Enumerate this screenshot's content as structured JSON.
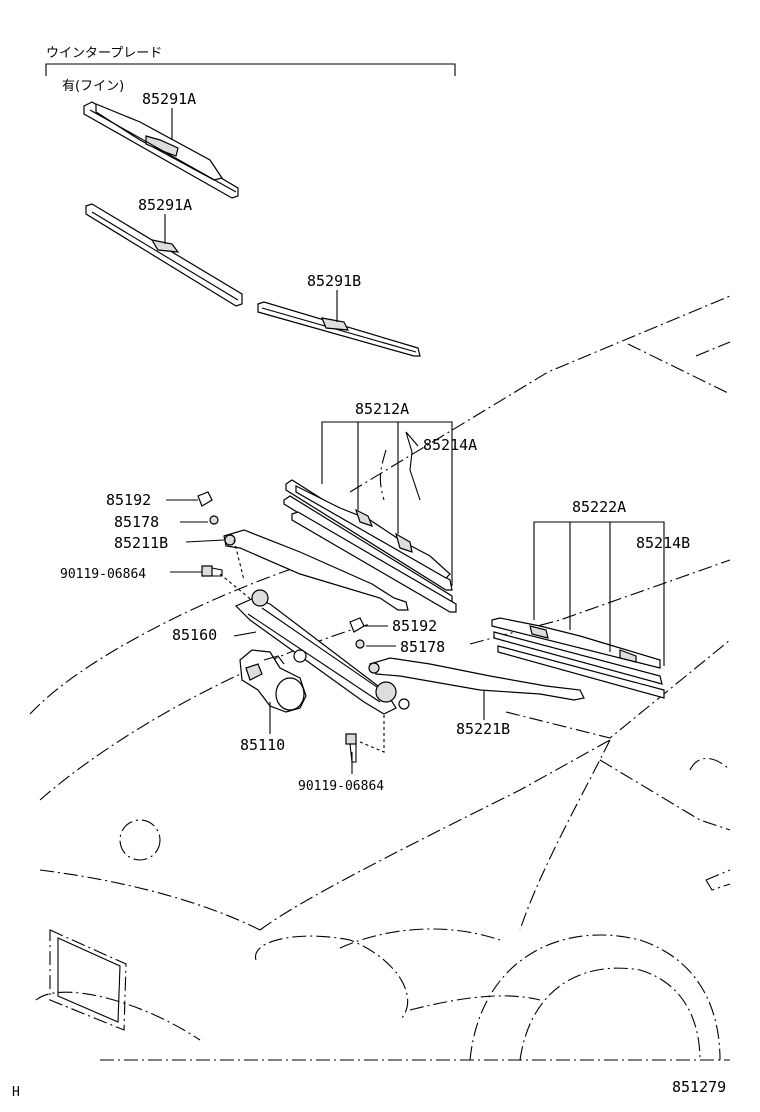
{
  "header": {
    "title": "ウインタープレード",
    "subtitle": "有(フイン)"
  },
  "callouts": {
    "blade_a1": "85291A",
    "blade_a2": "85291A",
    "blade_b": "85291B",
    "blade_front_r": "85212A",
    "insert_front_r": "85214A",
    "blade_front_l": "85222A",
    "insert_front_l": "85214B",
    "cap_upper": "85192",
    "nut_upper": "85178",
    "arm_r": "85211B",
    "bolt_upper": "90119-06864",
    "link": "85160",
    "cap_lower": "85192",
    "nut_lower": "85178",
    "motor": "85110",
    "arm_l": "85221B",
    "bolt_lower": "90119-06864"
  },
  "footer": {
    "corner_mark": "H",
    "diagram_id": "851279"
  }
}
